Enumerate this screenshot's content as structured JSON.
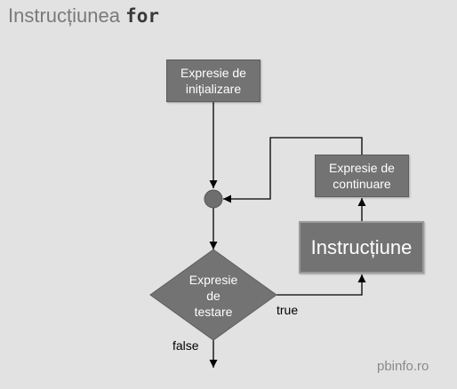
{
  "title": {
    "text": "Instrucțiunea",
    "keyword": "for"
  },
  "nodes": {
    "init": {
      "line1": "Expresie de",
      "line2": "inițializare"
    },
    "cont": {
      "line1": "Expresie de",
      "line2": "continuare"
    },
    "instr": {
      "label": "Instrucțiune"
    },
    "test": {
      "line1": "Expresie",
      "line2": "de",
      "line3": "testare"
    }
  },
  "edges": {
    "true_label": "true",
    "false_label": "false"
  },
  "credit": "pbinfo.ro",
  "colors": {
    "background": "#e2e2e2",
    "node_fill": "#737373",
    "junction_fill": "#6e6e6e",
    "line": "#000000",
    "title_text": "#7a7a7a",
    "credit_text": "#8a8a8a"
  }
}
